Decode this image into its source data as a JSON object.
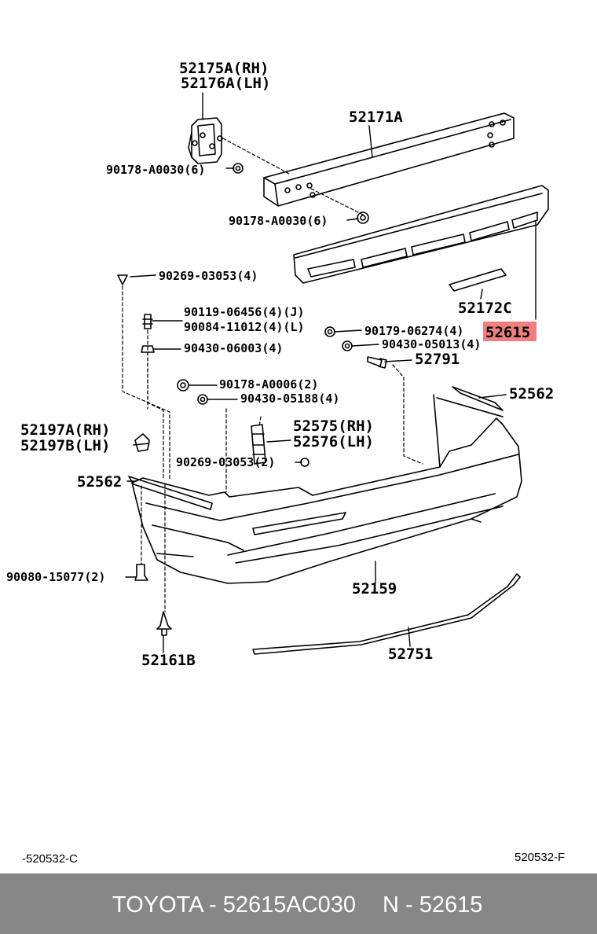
{
  "callouts": {
    "p52175A": "52175A(RH)",
    "p52176A": "52176A(LH)",
    "p52171A": "52171A",
    "p90178_A0030_a": "90178-A0030(6)",
    "p90178_A0030_b": "90178-A0030(6)",
    "p90269_03053_a": "90269-03053(4)",
    "p90119": "90119-06456(4)(J)",
    "p90084": "90084-11012(4)(L)",
    "p90179": "90179-06274(4)",
    "p90430_06003": "90430-06003(4)",
    "p90430_05013": "90430-05013(4)",
    "p52172C": "52172C",
    "p52615": "52615",
    "p52791": "52791",
    "p90178_A0006": "90178-A0006(2)",
    "p90430_05188": "90430-05188(4)",
    "p52562_right": "52562",
    "p52197A": "52197A(RH)",
    "p52197B": "52197B(LH)",
    "p52575": "52575(RH)",
    "p52576": "52576(LH)",
    "p90269_03053_b": "90269-03053(2)",
    "p52562_left": "52562",
    "p90080": "90080-15077(2)",
    "p52159": "52159",
    "p52161B": "52161B",
    "p52751": "52751"
  },
  "highlight_color": "#f08080",
  "codes": {
    "left": "-520532-C",
    "right": "520532-F"
  },
  "footer": {
    "brand_part": "TOYOTA - 52615AC030",
    "n_part": "N - 52615",
    "bg_color": "#878787"
  }
}
